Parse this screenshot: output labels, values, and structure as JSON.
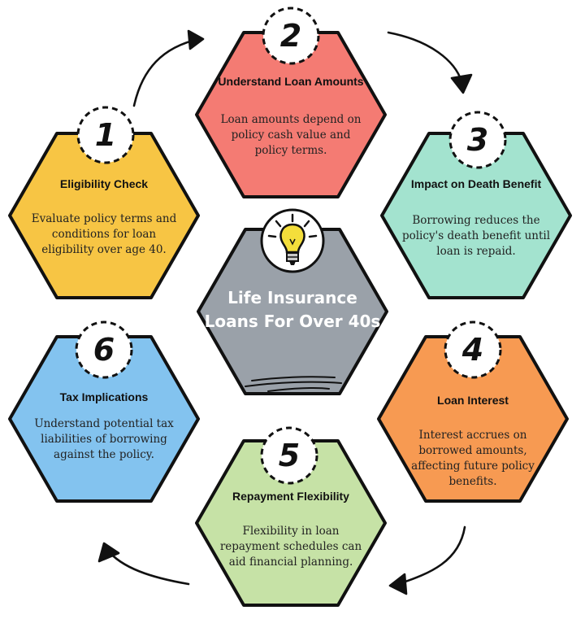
{
  "center": {
    "title": "Life Insurance Loans For Over 40s",
    "color": "#9aa1a9"
  },
  "steps": [
    {
      "number": "1",
      "title": "Eligibility Check",
      "description": "Evaluate policy terms and conditions for loan eligibility over age 40.",
      "color": "#f7c544"
    },
    {
      "number": "2",
      "title": "Understand Loan Amounts",
      "description": "Loan amounts depend on policy cash value and policy terms.",
      "color": "#f47b73"
    },
    {
      "number": "3",
      "title": "Impact on Death Benefit",
      "description": "Borrowing reduces the policy's death benefit until loan is repaid.",
      "color": "#a3e3cf"
    },
    {
      "number": "4",
      "title": "Loan Interest",
      "description": "Interest accrues on borrowed amounts, affecting future policy benefits.",
      "color": "#f79a52"
    },
    {
      "number": "5",
      "title": "Repayment Flexibility",
      "description": "Flexibility in loan repayment schedules can aid financial planning.",
      "color": "#c6e2a6"
    },
    {
      "number": "6",
      "title": "Tax Implications",
      "description": "Understand potential tax liabilities of borrowing against the policy.",
      "color": "#83c3ef"
    }
  ],
  "icons": [
    "lightbulb-icon"
  ]
}
